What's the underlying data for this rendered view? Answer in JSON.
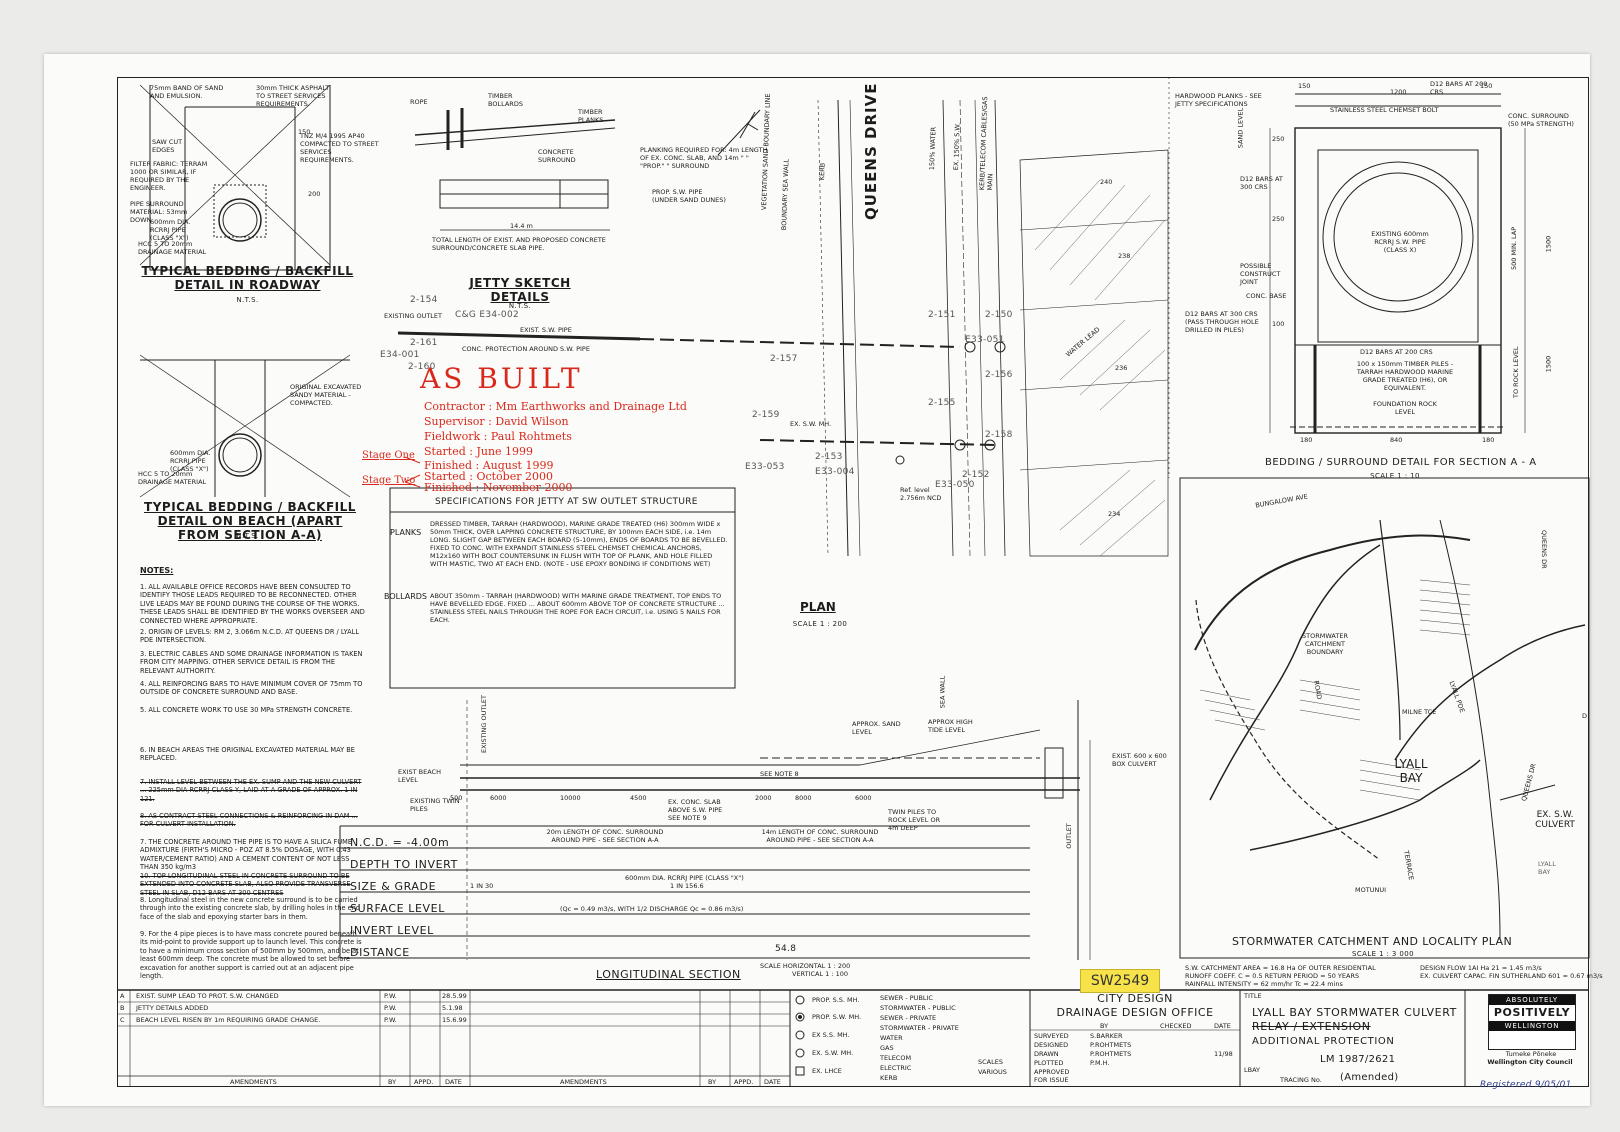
{
  "sheet": {
    "section_titles": {
      "bedding_roadway": "TYPICAL BEDDING / BACKFILL DETAIL IN ROADWAY",
      "bedding_beach": "TYPICAL BEDDING / BACKFILL DETAIL ON BEACH (APART FROM SECTION A-A)",
      "jetty_sketch": "JETTY SKETCH DETAILS",
      "bedding_surround": "BEDDING / SURROUND DETAIL FOR SECTION A - A",
      "catchment": "STORMWATER CATCHMENT AND LOCALITY PLAN",
      "plan": "PLAN",
      "longitudinal": "LONGITUDINAL SECTION",
      "specifications": "SPECIFICATIONS FOR JETTY AT SW OUTLET STRUCTURE"
    },
    "scales": {
      "nts": "N.T.S.",
      "surround": "SCALE 1 : 10",
      "catchment": "SCALE 1 : 3 000",
      "plan": "SCALE 1 : 200",
      "longitudinal_h": "SCALE HORIZONTAL 1 : 200",
      "longitudinal_v": "VERTICAL 1 : 100"
    },
    "street_label": "QUEENS DRIVE",
    "roadway_detail": {
      "sand_band": "75mm BAND OF SAND AND EMULSION.",
      "asphalt": "30mm THICK ASPHALT TO STREET SERVICES REQUIREMENTS.",
      "saw_cut": "SAW CUT EDGES",
      "tnz": "TNZ M/4 1995 AP40 COMPACTED TO STREET SERVICES REQUIREMENTS.",
      "filter": "FILTER FABRIC: TERRAM 1000 OR SIMILAR, IF REQUIRED BY THE ENGINEER.",
      "pipe_surround": "PIPE SURROUND MATERIAL: 53mm DOWN",
      "pipe": "600mm DIA. RCRRJ PIPE (CLASS \"X\")",
      "drainage": "HCC 5 TO 20mm DRAINAGE MATERIAL",
      "dim_150": "150",
      "dim_200": "200"
    },
    "beach_detail": {
      "excavated": "ORIGINAL EXCAVATED SANDY MATERIAL - COMPACTED.",
      "pipe": "600mm DIA. RCRRJ PIPE (CLASS \"X\")",
      "drainage": "HCC 5 TO 20mm DRAINAGE MATERIAL"
    },
    "jetty_labels": {
      "rope": "ROPE",
      "bollards": "TIMBER BOLLARDS",
      "planks": "TIMBER PLANKS",
      "concrete": "CONCRETE SURROUND",
      "planking": "PLANKING REQUIRED FOR: 4m LENGTH OF EX. CONC. SLAB, AND 14m \" \" \"PROP.\" \" SURROUND",
      "prop_pipe": "PROP. S.W. PIPE (UNDER SAND DUNES)",
      "length": "14.4 m",
      "total": "TOTAL LENGTH OF EXIST. AND PROPOSED CONCRETE SURROUND/CONCRETE SLAB PIPE."
    },
    "as_built": {
      "stamp": "AS BUILT",
      "lines": [
        "Contractor : Mm Earthworks and Drainage Ltd",
        "Supervisor : David Wilson",
        "Fieldwork : Paul Rohtmets",
        "Started : June 1999",
        "Finished : August 1999",
        "Started : October 2000",
        "Finished : November 2000"
      ],
      "stage_one": "Stage One",
      "stage_two": "Stage Two"
    },
    "plan_labels": {
      "existing_outlet": "EXISTING OUTLET",
      "exist_sw_pipe": "EXIST. S.W. PIPE",
      "conc_protection": "CONC. PROTECTION AROUND S.W. PIPE",
      "refs": [
        "2-154",
        "2-161",
        "C&G E34-002",
        "E34-001",
        "2-160",
        "2-157",
        "2-151",
        "2-150",
        "2-159",
        "2-158",
        "2-153",
        "2-155",
        "2-156",
        "2-152",
        "E33-053",
        "E33-004",
        "E33-050",
        "E33-051"
      ],
      "ex_sw_mh": "EX. S.W. MH.",
      "lots": [
        "240",
        "238",
        "236",
        "234"
      ],
      "lines": [
        "VEGETATION SAND BOUNDARY LINE",
        "BOUNDARY SEA WALL",
        "KERB",
        "150% WATER",
        "EX. 150% S.W.",
        "KERB/TELECOM CABLES/GAS MAIN"
      ],
      "ptl": "Ref. level 2.756m NCD",
      "water_lead": "WATER LEAD"
    },
    "specs": {
      "planks_label": "PLANKS",
      "planks": "DRESSED TIMBER, TARRAH (HARDWOOD), MARINE GRADE TREATED (H6) 300mm WIDE x 50mm THICK, OVER LAPPING CONCRETE STRUCTURE, BY 100mm EACH SIDE, i.e. 14m LONG. SLIGHT GAP BETWEEN EACH BOARD (5-10mm), ENDS OF BOARDS TO BE BEVELLED. FIXED TO CONC. WITH EXPANDIT STAINLESS STEEL CHEMSET CHEMICAL ANCHORS, M12x160 WITH BOLT COUNTERSUNK IN FLUSH WITH TOP OF PLANK, AND HOLE FILLED WITH MASTIC, TWO AT EACH END. (NOTE - USE EPOXY BONDING IF CONDITIONS WET)",
      "bollards_label": "BOLLARDS",
      "bollards": "ABOUT 350mm - TARRAH (HARDWOOD) WITH MARINE GRADE TREATMENT, TOP ENDS TO HAVE BEVELLED EDGE. FIXED ... ABOUT 600mm ABOVE TOP OF CONCRETE STRUCTURE ... STAINLESS STEEL NAILS THROUGH THE ROPE FOR EACH CIRCUIT, i.e. USING 5 NAILS FOR EACH."
    },
    "notes_title": "NOTES:",
    "notes": [
      "1. ALL AVAILABLE OFFICE RECORDS HAVE BEEN CONSULTED TO IDENTIFY THOSE LEADS REQUIRED TO BE RECONNECTED. OTHER LIVE LEADS MAY BE FOUND DURING THE COURSE OF THE WORKS. THESE LEADS SHALL BE IDENTIFIED BY THE WORKS OVERSEER AND CONNECTED WHERE APPROPRIATE.",
      "2. ORIGIN OF LEVELS: RM 2, 3.066m N.C.D. AT QUEENS DR / LYALL PDE INTERSECTION.",
      "3. ELECTRIC CABLES AND SOME DRAINAGE INFORMATION IS TAKEN FROM CITY MAPPING. OTHER SERVICE DETAIL IS FROM THE RELEVANT AUTHORITY.",
      "4. ALL REINFORCING BARS TO HAVE MINIMUM COVER OF 75mm TO OUTSIDE OF CONCRETE SURROUND AND BASE.",
      "5. ALL CONCRETE WORK TO USE 30 MPa STRENGTH CONCRETE.",
      "6. IN BEACH AREAS THE ORIGINAL EXCAVATED MATERIAL MAY BE REPLACED.",
      "7. THE CONCRETE AROUND THE PIPE IS TO HAVE A SILICA FUME ADMIXTURE (FIRTH'S MICRO - POZ AT 8.5% DOSAGE, WITH 0.43 WATER/CEMENT RATIO) AND A CEMENT CONTENT OF NOT LESS THAN 350 kg/m3",
      "8. Longitudinal steel in the new concrete surround is to be carried through into the existing concrete slab, by drilling holes in the end face of the slab and epoxying starter bars in them.",
      "9. For the 4 pipe pieces is to have mass concrete poured beneath its mid-point to provide support up to launch level. This concrete is to have a minimum cross section of 500mm by 500mm, and be at least 600mm deep. The concrete must be allowed to set before excavation for another support is carried out at an adjacent pipe length."
    ],
    "struck_notes": [
      "7. INSTALL LEVEL BETWEEN THE EX. SUMP AND THE NEW CULVERT ... 225mm DIA RCRRJ CLASS Y, LAID AT A GRADE OF APPROX. 1 IN 121.",
      "8. AS CONTRACT STEEL CONNECTIONS & REINFORCING IN DAM ... FOR CULVERT INSTALLATION.",
      "10. TOP LONGITUDINAL STEEL IN CONCRETE SURROUND TO BE EXTENDED INTO CONCRETE SLAB, ALSO PROVIDE TRANSVERSE STEEL IN SLAB, D12 BARS AT 300 CENTRES"
    ],
    "surround_detail": {
      "hardwood": "HARDWOOD PLANKS - SEE JETTY SPECIFICATIONS",
      "stainless": "STAINLESS STEEL CHEMSET BOLT",
      "d12_top": "D12 BARS AT 200 CRS",
      "conc": "CONC. SURROUND (50 MPa STRENGTH)",
      "d12_side": "D12 BARS AT 300 CRS",
      "existing": "EXISTING 600mm RCRRJ S.W. PIPE (CLASS X)",
      "joint": "POSSIBLE CONSTRUCT JOINT",
      "base": "CONC. BASE",
      "d12_bars": "D12 BARS AT 300 CRS (PASS THROUGH HOLE DRILLED IN PILES)",
      "bot": "D12 BARS AT 200 CRS",
      "piles": "100 x 150mm TIMBER PILES - TARRAH HARDWOOD MARINE GRADE TREATED (H6), OR EQUIVALENT.",
      "sand": "SAND LEVEL",
      "rock": "TO ROCK LEVEL",
      "foundation": "FOUNDATION ROCK LEVEL",
      "dims": [
        "150",
        "1200",
        "150",
        "250",
        "250",
        "100",
        "180",
        "840",
        "180",
        "1500",
        "500 MIN. LAP",
        "1500"
      ]
    },
    "catchment": {
      "streets": [
        "BUNGALOW AVE",
        "QUEENS DR",
        "ROAD",
        "MILNE TCE",
        "LYALL PDE",
        "TERRACE",
        "MOTUNUI",
        "QUEENS DR"
      ],
      "boundary": "STORMWATER CATCHMENT BOUNDARY",
      "lyall_bay": "LYALL BAY",
      "ex_sw": "EX. S.W. CULVERT",
      "lyall_bay_sm": "LYALL BAY",
      "d_label": "D",
      "info": [
        "S.W. CATCHMENT AREA = 16.8 Ha OF OUTER RESIDENTIAL",
        "RUNOFF COEFF. C = 0.5   RETURN PERIOD = 50 YEARS",
        "RAINFALL INTENSITY = 62 mm/hr   Tc = 22.4 mins"
      ],
      "design": [
        "DESIGN FLOW 1AI Ha 21 = 1.45 m3/s",
        "EX. CULVERT CAPAC. FIN SUTHERLAND 601 = 0.67 m3/s"
      ]
    },
    "long_section": {
      "rows": [
        "N.C.D. = -4.00m",
        "DEPTH TO INVERT",
        "SIZE & GRADE",
        "SURFACE LEVEL",
        "INVERT LEVEL",
        "DISTANCE"
      ],
      "labels": {
        "beach": "EXIST BEACH LEVEL",
        "tide": "APPROX HIGH TIDE LEVEL",
        "sand": "APPROX. SAND LEVEL",
        "see8": "SEE NOTE 8",
        "existing_twin": "EXISTING TWIN PILES",
        "ex_slab": "EX. CONC. SLAB ABOVE S.W. PIPE SEE NOTE 9",
        "twin": "TWIN PILES TO ROCK LEVEL OR 4m DEEP",
        "new_len": "20m LENGTH OF CONC. SURROUND AROUND PIPE - SEE SECTION A-A",
        "len14": "14m LENGTH OF CONC. SURROUND AROUND PIPE - SEE SECTION A-A",
        "ex_box": "EXIST. 600 x 600 BOX CULVERT",
        "pipe": "600mm DIA. RCRRJ PIPE (CLASS \"X\")",
        "grade": "1 IN 30",
        "grade2": "1 IN 156.6",
        "flow": "(Qc = 0.49 m3/s,    WITH 1/2 DISCHARGE Qc = 0.86 m3/s)",
        "sea_wall": "SEA WALL",
        "outlet": "OUTLET",
        "existing_outlet": "EXISTING OUTLET",
        "dist_total": "54.8",
        "dims": [
          "500",
          "6000",
          "10000",
          "4500",
          "2000",
          "8000",
          "6000"
        ]
      }
    },
    "amendments": {
      "rows": [
        [
          "A",
          "EXIST. SUMP LEAD TO PROT. S.W. CHANGED",
          "P.W.",
          "28.5.99"
        ],
        [
          "B",
          "JETTY DETAILS ADDED",
          "P.W.",
          "5.1.98"
        ],
        [
          "C",
          "BEACH LEVEL RISEN BY 1m REQUIRING GRADE CHANGE.",
          "P.W.",
          "15.6.99"
        ]
      ],
      "footer": [
        "AMENDMENTS",
        "BY",
        "APPD.",
        "DATE"
      ]
    },
    "legend": {
      "symbols": [
        "PROP. S.S. MH.",
        "PROP. S.W. MH.",
        "EX S.S. MH.",
        "EX. S.W. MH.",
        "EX. LHCE"
      ],
      "services": [
        "SEWER - PUBLIC",
        "STORMWATER - PUBLIC",
        "SEWER - PRIVATE",
        "STORMWATER - PRIVATE",
        "WATER",
        "GAS",
        "TELECOM",
        "ELECTRIC",
        "KERB"
      ],
      "scales_label": "SCALES",
      "scales_val": "VARIOUS"
    },
    "office": {
      "line1": "CITY DESIGN",
      "line2": "DRAINAGE DESIGN OFFICE",
      "cols": [
        "BY",
        "CHECKED",
        "DATE"
      ],
      "rows": [
        [
          "SURVEYED",
          "S.BARKER"
        ],
        [
          "DESIGNED",
          "P.ROHTMETS"
        ],
        [
          "DRAWN",
          "P.ROHTMETS"
        ],
        [
          "PLOTTED",
          "P.M.H."
        ],
        [
          "APPROVED FOR ISSUE",
          ""
        ]
      ],
      "date": "11/98"
    },
    "title_block": {
      "title_label": "TITLE",
      "line1": "LYALL BAY STORMWATER CULVERT",
      "line2": "RELAY / EXTENSION",
      "line3": "ADDITIONAL PROTECTION",
      "lbay": "LBAY",
      "lm": "LM 1987/2621",
      "tracing": "TRACING No.",
      "amended": "(Amended)"
    },
    "logo": {
      "a": "ABSOLUTELY",
      "b": "POSITIVELY",
      "c": "WELLINGTON",
      "d": "Tumeke Pōneke",
      "e": "Wellington City Council"
    },
    "stamp_sw": "SW2549",
    "registered": "Registered 9/05/01"
  }
}
